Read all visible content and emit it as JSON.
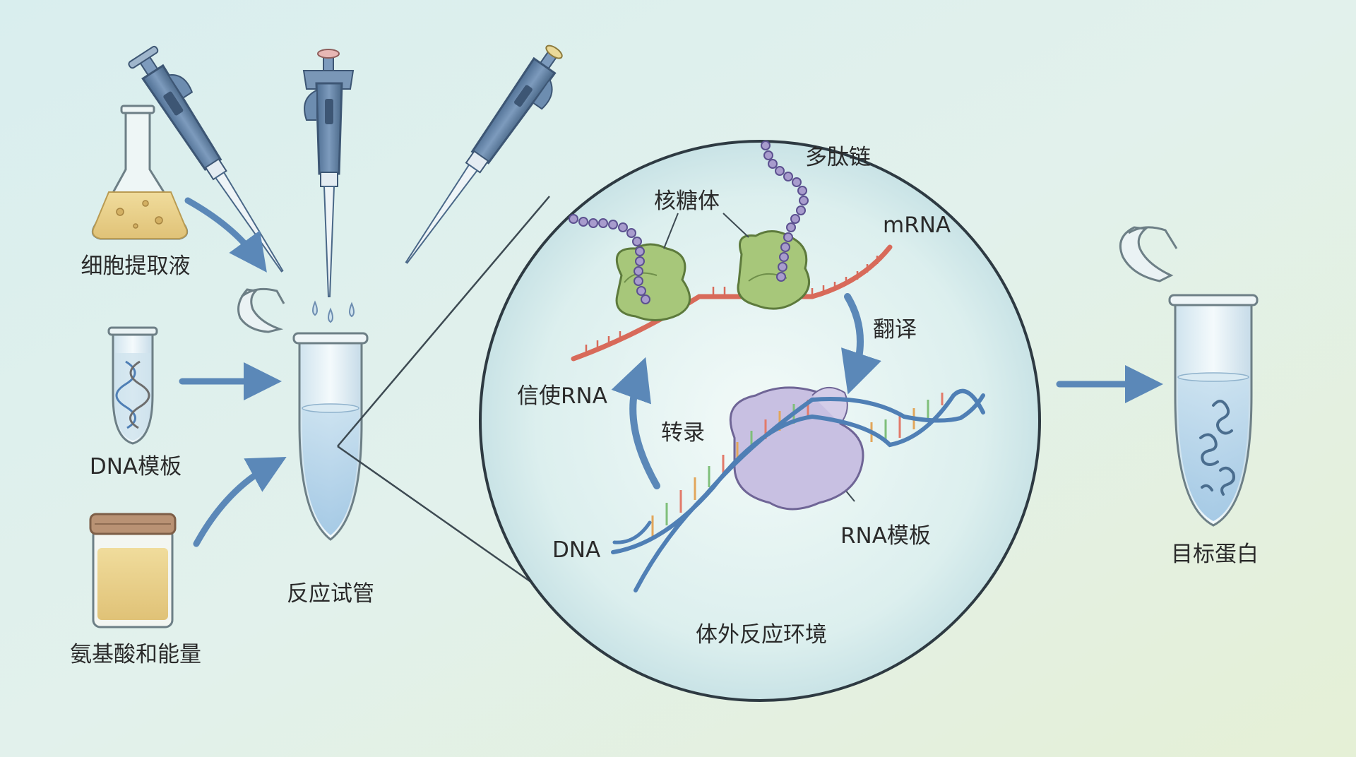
{
  "labels": {
    "cell_extract": "细胞提取液",
    "dna_template": "DNA模板",
    "amino_energy": "氨基酸和能量",
    "reaction_tube": "反应试管",
    "polypeptide": "多肽链",
    "ribosome": "核糖体",
    "mrna": "mRNA",
    "translation": "翻译",
    "messenger_rna": "信使RNA",
    "transcription": "转录",
    "dna": "DNA",
    "rna_template": "RNA模板",
    "in_vitro_env": "体外反应环境",
    "target_protein": "目标蛋白"
  },
  "colors": {
    "background_top": "#dcefee",
    "background_bottom": "#e4f0d8",
    "liquid_yellow": "#e8cf8a",
    "liquid_blue": "#b5d4ea",
    "pipette_blue": "#5e7fa3",
    "ribosome_green": "#a7c77a",
    "polymerase_purple": "#c8c0e2",
    "mrna_red": "#d86a5a",
    "dna_blue": "#4f7fb5",
    "arrow_blue": "#5b88b8"
  },
  "icons": [
    "flask-icon",
    "pipette-icon",
    "dna-tube-icon",
    "jar-icon",
    "reaction-tube-icon",
    "ribosome-icon",
    "polymerase-icon",
    "protein-tube-icon"
  ]
}
